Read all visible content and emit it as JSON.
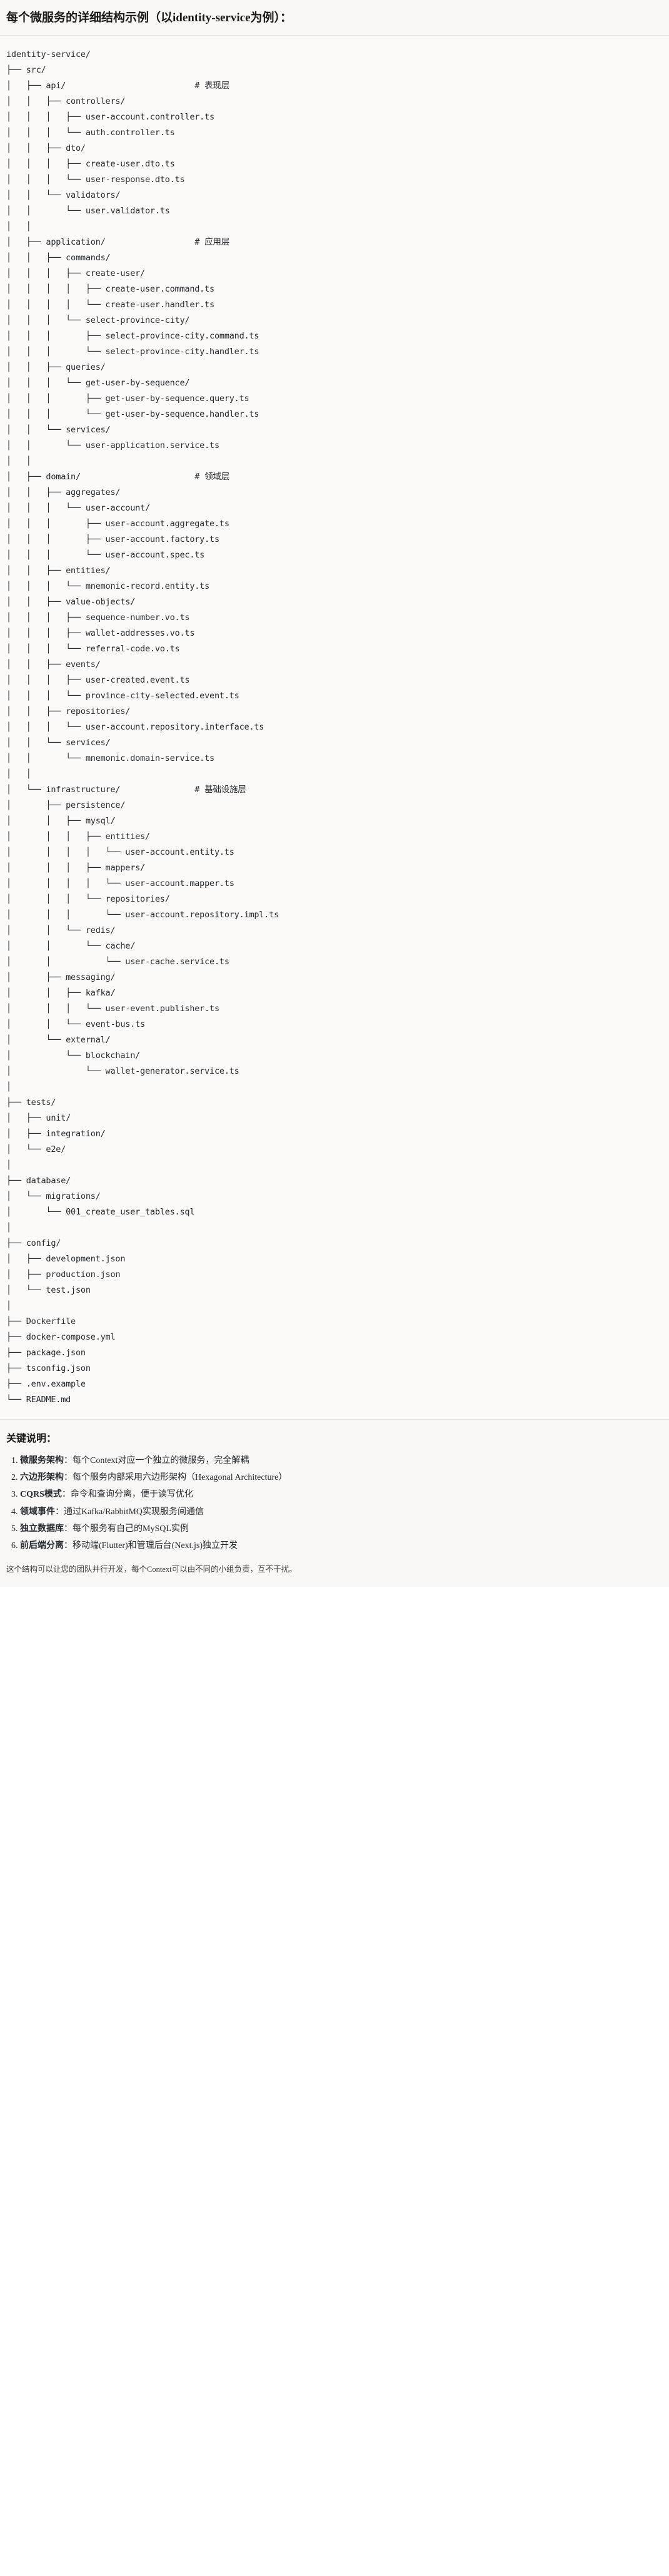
{
  "document": {
    "title": "每个微服务的详细结构示例（以identity-service为例）：",
    "tree_text": "identity-service/\n├── src/\n│   ├── api/                          # 表现层\n│   │   ├── controllers/\n│   │   │   ├── user-account.controller.ts\n│   │   │   └── auth.controller.ts\n│   │   ├── dto/\n│   │   │   ├── create-user.dto.ts\n│   │   │   └── user-response.dto.ts\n│   │   └── validators/\n│   │       └── user.validator.ts\n│   │\n│   ├── application/                  # 应用层\n│   │   ├── commands/\n│   │   │   ├── create-user/\n│   │   │   │   ├── create-user.command.ts\n│   │   │   │   └── create-user.handler.ts\n│   │   │   └── select-province-city/\n│   │   │       ├── select-province-city.command.ts\n│   │   │       └── select-province-city.handler.ts\n│   │   ├── queries/\n│   │   │   └── get-user-by-sequence/\n│   │   │       ├── get-user-by-sequence.query.ts\n│   │   │       └── get-user-by-sequence.handler.ts\n│   │   └── services/\n│   │       └── user-application.service.ts\n│   │\n│   ├── domain/                       # 领域层\n│   │   ├── aggregates/\n│   │   │   └── user-account/\n│   │   │       ├── user-account.aggregate.ts\n│   │   │       ├── user-account.factory.ts\n│   │   │       └── user-account.spec.ts\n│   │   ├── entities/\n│   │   │   └── mnemonic-record.entity.ts\n│   │   ├── value-objects/\n│   │   │   ├── sequence-number.vo.ts\n│   │   │   ├── wallet-addresses.vo.ts\n│   │   │   └── referral-code.vo.ts\n│   │   ├── events/\n│   │   │   ├── user-created.event.ts\n│   │   │   └── province-city-selected.event.ts\n│   │   ├── repositories/\n│   │   │   └── user-account.repository.interface.ts\n│   │   └── services/\n│   │       └── mnemonic.domain-service.ts\n│   │\n│   └── infrastructure/               # 基础设施层\n│       ├── persistence/\n│       │   ├── mysql/\n│       │   │   ├── entities/\n│       │   │   │   └── user-account.entity.ts\n│       │   │   ├── mappers/\n│       │   │   │   └── user-account.mapper.ts\n│       │   │   └── repositories/\n│       │   │       └── user-account.repository.impl.ts\n│       │   └── redis/\n│       │       └── cache/\n│       │           └── user-cache.service.ts\n│       ├── messaging/\n│       │   ├── kafka/\n│       │   │   └── user-event.publisher.ts\n│       │   └── event-bus.ts\n│       └── external/\n│           └── blockchain/\n│               └── wallet-generator.service.ts\n│\n├── tests/\n│   ├── unit/\n│   ├── integration/\n│   └── e2e/\n│\n├── database/\n│   └── migrations/\n│       └── 001_create_user_tables.sql\n│\n├── config/\n│   ├── development.json\n│   ├── production.json\n│   └── test.json\n│\n├── Dockerfile\n├── docker-compose.yml\n├── package.json\n├── tsconfig.json\n├── .env.example\n└── README.md",
    "notes": {
      "title": "关键说明：",
      "items": [
        {
          "label": "微服务架构",
          "text": "：每个Context对应一个独立的微服务，完全解耦"
        },
        {
          "label": "六边形架构",
          "text": "：每个服务内部采用六边形架构（Hexagonal Architecture）"
        },
        {
          "label": "CQRS模式",
          "text": "：命令和查询分离，便于读写优化"
        },
        {
          "label": "领域事件",
          "text": "：通过Kafka/RabbitMQ实现服务间通信"
        },
        {
          "label": "独立数据库",
          "text": "：每个服务有自己的MySQL实例"
        },
        {
          "label": "前后端分离",
          "text": "：移动端(Flutter)和管理后台(Next.js)独立开发"
        }
      ],
      "closing": "这个结构可以让您的团队并行开发，每个Context可以由不同的小组负责，互不干扰。"
    }
  }
}
